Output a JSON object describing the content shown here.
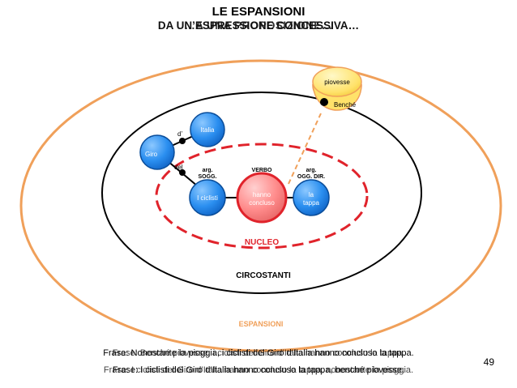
{
  "title": "LE ESPANSIONI",
  "subtitle_a": "DA UN’ESPRESSIONE CONCESSIVA…",
  "subtitle_b": "…A UNA PROPOSIZIONE…",
  "nodes": {
    "italia": "Italia",
    "giro": "Giro",
    "ciclisti": "I ciclisti",
    "verbo": "hanno concluso",
    "tappa_line1": "la",
    "tappa_line2": "tappa",
    "piovesse": "piovesse",
    "hanno_line1": "hanno",
    "hanno_line2": "concluso"
  },
  "labels": {
    "d": "d’",
    "del": "del",
    "arg_sogg_1": "arg.",
    "arg_sogg_2": "SOGG.",
    "verbo": "VERBO",
    "arg_odir_1": "arg.",
    "arg_odir_2": "OGG. DIR.",
    "benche": "Benché",
    "nucleo": "NUCLEO",
    "circostanti": "CIRCOSTANTI",
    "espansioni": "ESPANSIONI"
  },
  "footer": {
    "line1_a": "Frase: Nonostante la pioggia, i ciclisti del Giro d’Italia hanno concluso la tappa.",
    "line1_b": "Frase: Benché piovesse, i ciclisti del Giro d’Italia hanno concluso la tappa.",
    "line2_a": "Frase: I ciclisti del Giro d’Italia hanno concluso la tappa, benché piovesse.",
    "line2_b": "Frase: I ciclisti del Giro d’Italia hanno concluso la tappa, nonostante la pioggia."
  },
  "page_number": "49",
  "colors": {
    "orange": "#f0a05a",
    "red": "#e0232b",
    "blue": "#1f8ef5",
    "node_red": "#ff8f8f",
    "yellow": "#ffe26a"
  }
}
